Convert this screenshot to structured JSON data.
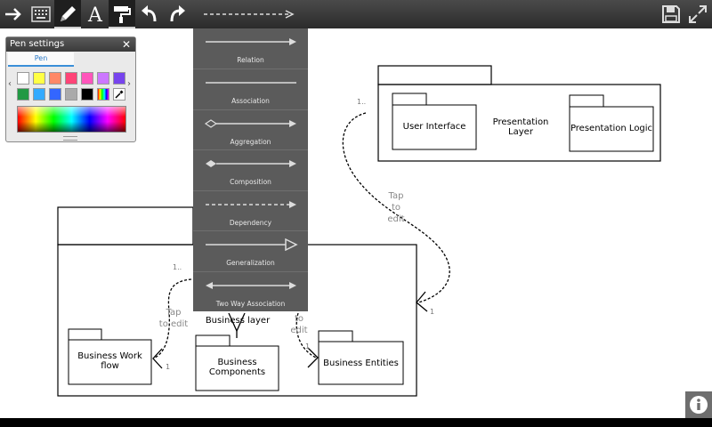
{
  "toolbar": {
    "items": [
      "arrow-tool",
      "keyboard-tool",
      "pen-tool",
      "text-tool",
      "paint-roller-tool",
      "undo",
      "redo",
      "connector-selector"
    ],
    "right": [
      "save",
      "fullscreen"
    ]
  },
  "pen_panel": {
    "title": "Pen settings",
    "tab": "Pen",
    "swatches_row1": [
      "#ffffff",
      "#ffff44",
      "#ff8866",
      "#ff4477",
      "#ff55bb",
      "#cc77ff",
      "#7744ee"
    ],
    "swatches_row2": [
      "#229944",
      "#33aaff",
      "#3366ff",
      "#aaaaaa",
      "#000000"
    ]
  },
  "connector_menu": {
    "items": [
      {
        "label": "Relation"
      },
      {
        "label": "Association"
      },
      {
        "label": "Aggregation"
      },
      {
        "label": "Composition"
      },
      {
        "label": "Dependency"
      },
      {
        "label": "Generalization"
      },
      {
        "label": "Two Way Association"
      }
    ]
  },
  "diagram": {
    "presentation_layer": {
      "title": "Presentation Layer",
      "packages": [
        "User Interface",
        "Presentation Logic"
      ]
    },
    "business_layer": {
      "title": "Business layer",
      "packages": [
        "Business Work flow",
        "Business Components",
        "Business Entities"
      ]
    },
    "tap_hints": {
      "top": [
        "Tap",
        "to",
        "edit"
      ],
      "left": [
        "Tap",
        "to edit"
      ],
      "mid": [
        "to",
        "edit"
      ]
    },
    "multiplicities": {
      "m1": "1..",
      "m2": "1",
      "m3": "1..",
      "m4": "1",
      "m5": "1"
    }
  }
}
